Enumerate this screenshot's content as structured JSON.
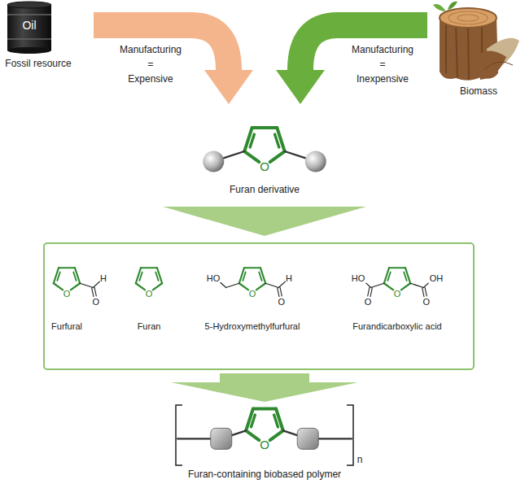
{
  "diagram": {
    "nodes": [
      {
        "text": [
          "Furfural",
          "Furan",
          "5-Hydroxymethylfurfural",
          "Furandicarboxylic acid"
        ]
      }
    ],
    "labels": [
      "Oil",
      "Fossil resource",
      "Manufacturing",
      "=",
      "Expensive",
      "Manufacturing",
      "=",
      "Inexpensive",
      "Biomass",
      "O",
      "Furan derivative",
      "H",
      "O",
      "O",
      "O",
      "HO",
      "O",
      "H",
      "O",
      "HO",
      "O",
      "OH",
      "O",
      "O",
      "O",
      "n",
      "Furan-containing biobased polymer"
    ]
  }
}
